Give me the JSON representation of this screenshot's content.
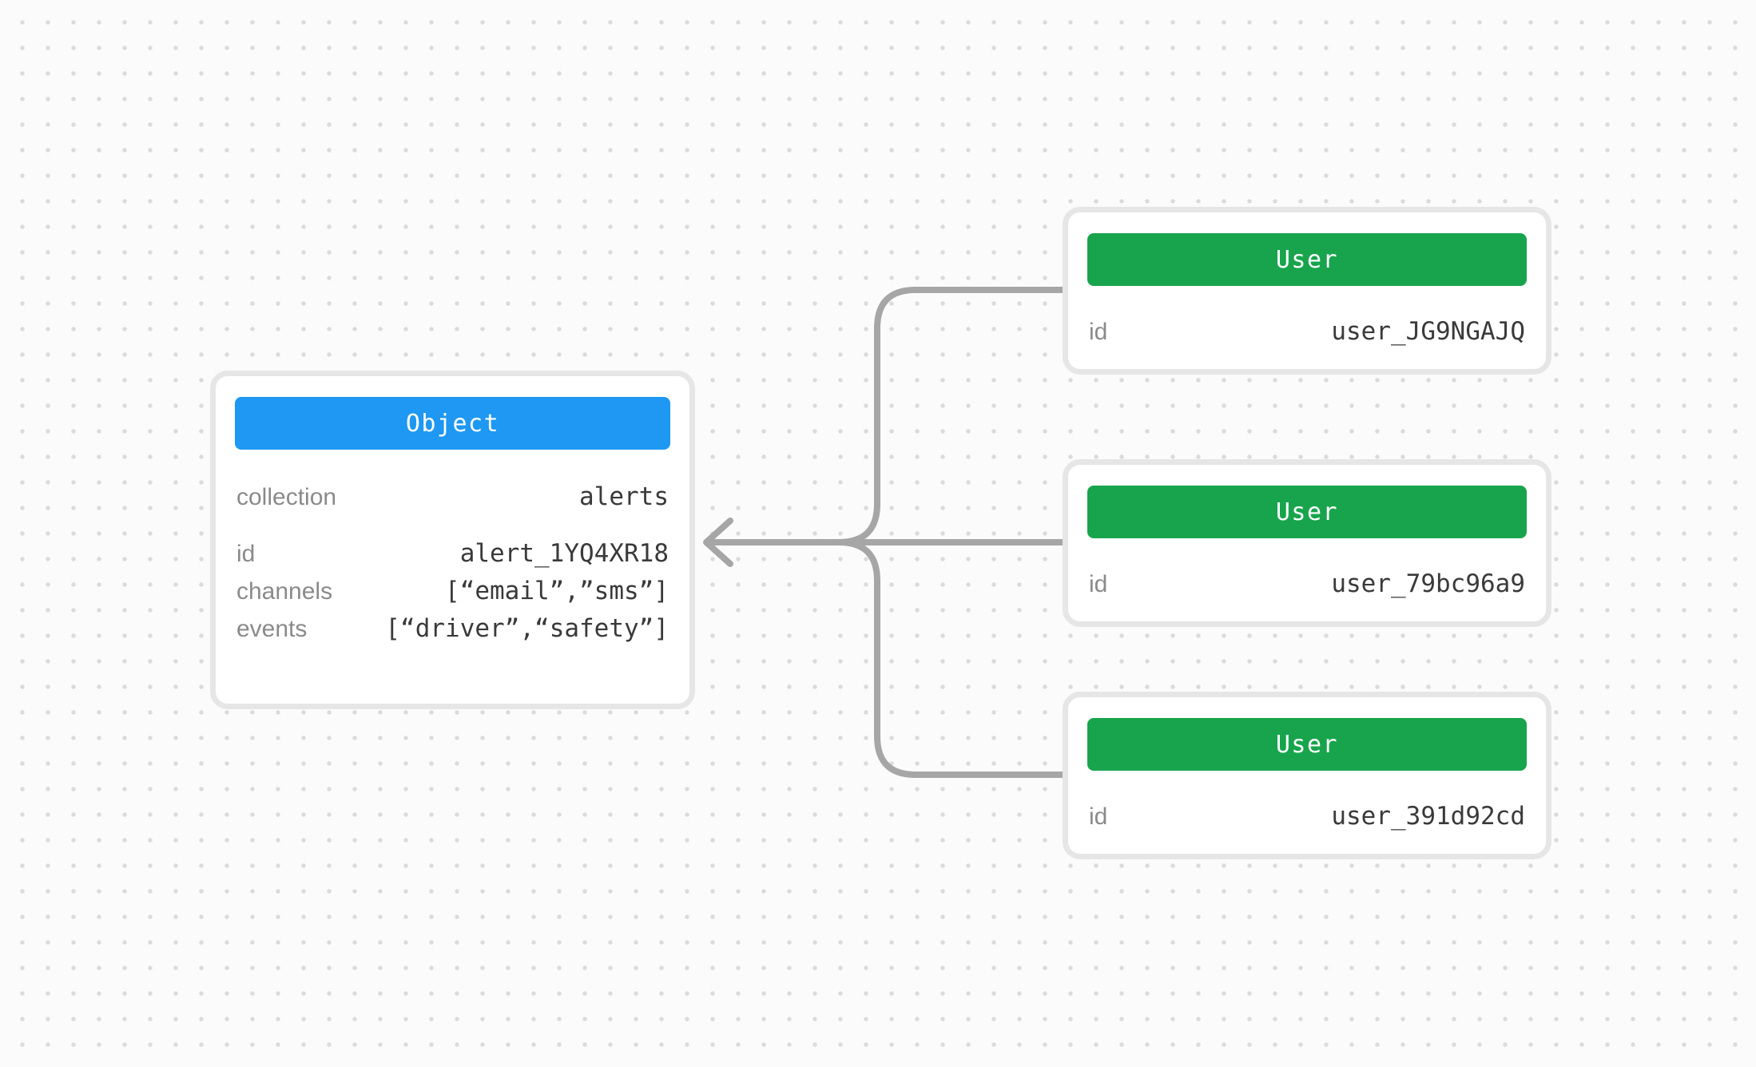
{
  "diagram": {
    "object_card": {
      "title": "Object",
      "fields": [
        {
          "label": "collection",
          "value": "alerts"
        },
        {
          "label": "id",
          "value": "alert_1YQ4XR18"
        },
        {
          "label": "channels",
          "value": "[“email”,”sms”]"
        },
        {
          "label": "events",
          "value": "[“driver”,“safety”]"
        }
      ]
    },
    "user_cards": [
      {
        "title": "User",
        "id_label": "id",
        "id_value": "user_JG9NGAJQ"
      },
      {
        "title": "User",
        "id_label": "id",
        "id_value": "user_79bc96a9"
      },
      {
        "title": "User",
        "id_label": "id",
        "id_value": "user_391d92cd"
      }
    ],
    "colors": {
      "object_header": "#1E98F2",
      "user_header": "#18A44C",
      "connector": "#A6A6A6",
      "card_border": "#E6E6E6",
      "field_label": "#8A8A8A",
      "field_value": "#3A3A3A",
      "background": "#FBFBFB",
      "grid_dot": "#DBDBDB"
    }
  }
}
